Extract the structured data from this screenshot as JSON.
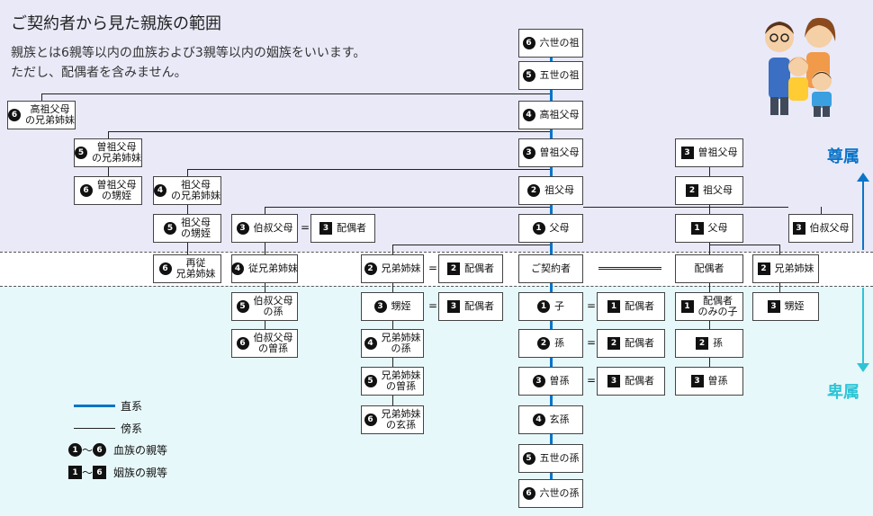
{
  "title": "ご契約者から見た親族の範囲",
  "description": [
    "親族とは6親等以内の血族および3親等以内の姻族をいいます。",
    "ただし、配偶者を含みません。"
  ],
  "labels": {
    "ascendant": "尊属",
    "descendant": "卑属"
  },
  "colors": {
    "direct": "#0a74c8",
    "ascendant": "#0a74c8",
    "descendant": "#2ec4d6"
  },
  "nodes": [
    {
      "id": "rokusei-so",
      "degree": "6",
      "kind": "blood",
      "lines": [
        "六世の祖"
      ]
    },
    {
      "id": "gosei-so",
      "degree": "5",
      "kind": "blood",
      "lines": [
        "五世の祖"
      ]
    },
    {
      "id": "koso-fubo",
      "degree": "4",
      "kind": "blood",
      "lines": [
        "高祖父母"
      ]
    },
    {
      "id": "sou-fubo",
      "degree": "3",
      "kind": "blood",
      "lines": [
        "曽祖父母"
      ]
    },
    {
      "id": "sofubo",
      "degree": "2",
      "kind": "blood",
      "lines": [
        "祖父母"
      ]
    },
    {
      "id": "fubo",
      "degree": "1",
      "kind": "blood",
      "lines": [
        "父母"
      ]
    },
    {
      "id": "keiyakusha",
      "degree": "",
      "kind": "",
      "lines": [
        "ご契約者"
      ]
    },
    {
      "id": "ko",
      "degree": "1",
      "kind": "blood",
      "lines": [
        "子"
      ]
    },
    {
      "id": "mago",
      "degree": "2",
      "kind": "blood",
      "lines": [
        "孫"
      ]
    },
    {
      "id": "himago",
      "degree": "3",
      "kind": "blood",
      "lines": [
        "曽孫"
      ]
    },
    {
      "id": "genson",
      "degree": "4",
      "kind": "blood",
      "lines": [
        "玄孫"
      ]
    },
    {
      "id": "gosei-son",
      "degree": "5",
      "kind": "blood",
      "lines": [
        "五世の孫"
      ]
    },
    {
      "id": "rokusei-son",
      "degree": "6",
      "kind": "blood",
      "lines": [
        "六世の孫"
      ]
    },
    {
      "id": "koso-kyodai",
      "degree": "6",
      "kind": "blood",
      "lines": [
        "高祖父母",
        "の兄弟姉妹"
      ]
    },
    {
      "id": "sou-kyodai",
      "degree": "5",
      "kind": "blood",
      "lines": [
        "曽祖父母",
        "の兄弟姉妹"
      ]
    },
    {
      "id": "sou-oimei",
      "degree": "6",
      "kind": "blood",
      "lines": [
        "曽祖父母",
        "の甥姪"
      ]
    },
    {
      "id": "so-kyodai",
      "degree": "4",
      "kind": "blood",
      "lines": [
        "祖父母",
        "の兄弟姉妹"
      ]
    },
    {
      "id": "so-oimei",
      "degree": "5",
      "kind": "blood",
      "lines": [
        "祖父母",
        "の甥姪"
      ]
    },
    {
      "id": "haitoko",
      "degree": "6",
      "kind": "blood",
      "lines": [
        "再従",
        "兄弟姉妹"
      ]
    },
    {
      "id": "oji-oba",
      "degree": "3",
      "kind": "blood",
      "lines": [
        "伯叔父母"
      ]
    },
    {
      "id": "oji-haigu",
      "degree": "3",
      "kind": "affinity",
      "lines": [
        "配偶者"
      ]
    },
    {
      "id": "itoko",
      "degree": "4",
      "kind": "blood",
      "lines": [
        "従兄弟姉妹"
      ]
    },
    {
      "id": "oji-mago",
      "degree": "5",
      "kind": "blood",
      "lines": [
        "伯叔父母",
        "の孫"
      ]
    },
    {
      "id": "oji-himago",
      "degree": "6",
      "kind": "blood",
      "lines": [
        "伯叔父母",
        "の曽孫"
      ]
    },
    {
      "id": "kyodai",
      "degree": "2",
      "kind": "blood",
      "lines": [
        "兄弟姉妹"
      ]
    },
    {
      "id": "kyodai-haigu",
      "degree": "2",
      "kind": "affinity",
      "lines": [
        "配偶者"
      ]
    },
    {
      "id": "oimei",
      "degree": "3",
      "kind": "blood",
      "lines": [
        "甥姪"
      ]
    },
    {
      "id": "oimei-haigu",
      "degree": "3",
      "kind": "affinity",
      "lines": [
        "配偶者"
      ]
    },
    {
      "id": "kyodai-mago",
      "degree": "4",
      "kind": "blood",
      "lines": [
        "兄弟姉妹",
        "の孫"
      ]
    },
    {
      "id": "kyodai-himago",
      "degree": "5",
      "kind": "blood",
      "lines": [
        "兄弟姉妹",
        "の曽孫"
      ]
    },
    {
      "id": "kyodai-genson",
      "degree": "6",
      "kind": "blood",
      "lines": [
        "兄弟姉妹",
        "の玄孫"
      ]
    },
    {
      "id": "ko-haigu",
      "degree": "1",
      "kind": "affinity",
      "lines": [
        "配偶者"
      ]
    },
    {
      "id": "mago-haigu",
      "degree": "2",
      "kind": "affinity",
      "lines": [
        "配偶者"
      ]
    },
    {
      "id": "himago-haigu",
      "degree": "3",
      "kind": "affinity",
      "lines": [
        "配偶者"
      ]
    },
    {
      "id": "s-sou-fubo",
      "degree": "3",
      "kind": "affinity",
      "lines": [
        "曽祖父母"
      ]
    },
    {
      "id": "s-sofubo",
      "degree": "2",
      "kind": "affinity",
      "lines": [
        "祖父母"
      ]
    },
    {
      "id": "s-fubo",
      "degree": "1",
      "kind": "affinity",
      "lines": [
        "父母"
      ]
    },
    {
      "id": "s-oji-oba",
      "degree": "3",
      "kind": "affinity",
      "lines": [
        "伯叔父母"
      ]
    },
    {
      "id": "haigusha",
      "degree": "",
      "kind": "",
      "lines": [
        "配偶者"
      ]
    },
    {
      "id": "s-kyodai",
      "degree": "2",
      "kind": "affinity",
      "lines": [
        "兄弟姉妹"
      ]
    },
    {
      "id": "s-ko",
      "degree": "1",
      "kind": "affinity",
      "lines": [
        "配偶者",
        "のみの子"
      ]
    },
    {
      "id": "s-mago",
      "degree": "2",
      "kind": "affinity",
      "lines": [
        "孫"
      ]
    },
    {
      "id": "s-himago",
      "degree": "3",
      "kind": "affinity",
      "lines": [
        "曽孫"
      ]
    },
    {
      "id": "s-oimei",
      "degree": "3",
      "kind": "affinity",
      "lines": [
        "甥姪"
      ]
    }
  ],
  "equals": "=",
  "legend": {
    "direct": "直系",
    "collateral": "傍系",
    "blood_from": "1",
    "blood_to": "6",
    "blood_label": "血族の親等",
    "affinity_from": "1",
    "affinity_to": "6",
    "affinity_label": "姻族の親等",
    "tilde": "～"
  }
}
